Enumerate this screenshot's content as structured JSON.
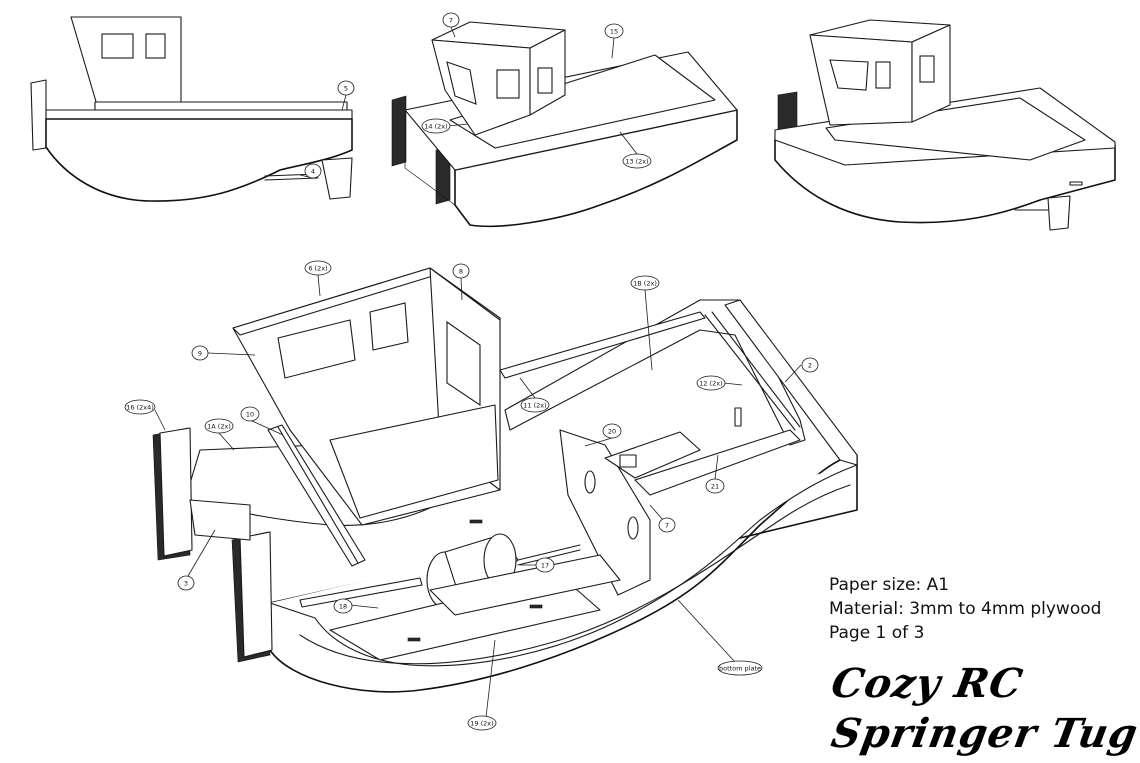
{
  "info": {
    "paper": "Paper size: A1",
    "material": "Material: 3mm to 4mm  plywood",
    "page": "Page 1 of 3"
  },
  "title": {
    "line1": "Cozy RC",
    "line2": "Springer Tug"
  },
  "callouts": [
    "5",
    "4",
    "7",
    "15",
    "14 (2x)",
    "13 (2x)",
    "6 (2x)",
    "8",
    "9",
    "1B (2x)",
    "2",
    "12 (2x)",
    "11 (2x)",
    "16 (2x4)",
    "1A (2x)",
    "10",
    "20",
    "21",
    "3",
    "7",
    "17",
    "18",
    "bottom plate",
    "19 (2x)"
  ]
}
